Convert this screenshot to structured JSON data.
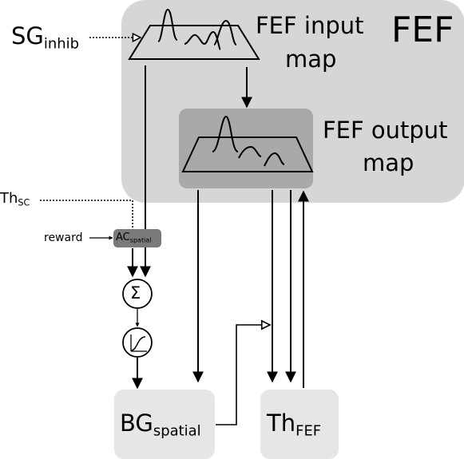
{
  "fef_region": {
    "title": "FEF"
  },
  "input_map": {
    "label_line1": "FEF input",
    "label_line2": "map"
  },
  "output_map": {
    "label_line1": "FEF output",
    "label_line2": "map"
  },
  "sg_inhib": {
    "main": "SG",
    "sub": "inhib"
  },
  "th_sc": {
    "main": "Th",
    "sub": "SC"
  },
  "reward": {
    "label": "reward"
  },
  "ac_spatial": {
    "main": "AC",
    "sub": "spatial"
  },
  "sum_node": {
    "symbol": "Σ"
  },
  "bg_spatial": {
    "main": "BG",
    "sub": "spatial"
  },
  "th_fef": {
    "main": "Th",
    "sub": "FEF"
  },
  "colors": {
    "fef_region": "#d6d6d6",
    "output_box": "#a9a9a9",
    "ac_box": "#7a7a7a",
    "module_box": "#e6e6e6"
  }
}
